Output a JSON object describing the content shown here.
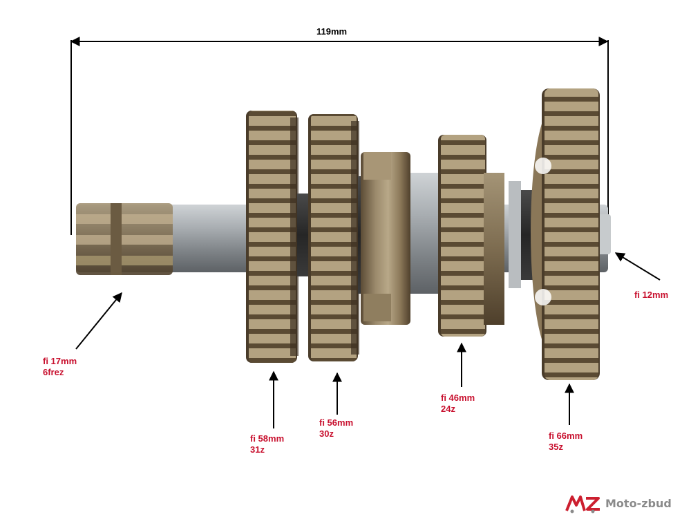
{
  "dimension": {
    "length_label": "119mm"
  },
  "callouts": [
    {
      "id": "spline",
      "line1": "fi 17mm",
      "line2": "6frez"
    },
    {
      "id": "gear-58",
      "line1": "fi 58mm",
      "line2": "31z"
    },
    {
      "id": "gear-56",
      "line1": "fi 56mm",
      "line2": "30z"
    },
    {
      "id": "gear-46",
      "line1": "fi 46mm",
      "line2": "24z"
    },
    {
      "id": "gear-66",
      "line1": "fi 66mm",
      "line2": "35z"
    },
    {
      "id": "shaft-end",
      "line1": "fi 12mm",
      "line2": ""
    }
  ],
  "brand": {
    "name": "Moto-zbud",
    "logo_mark": "MZ",
    "logo_color": "#cc1f2f",
    "text_color": "#8a8a8a"
  },
  "colors": {
    "annotation": "#c8102e",
    "arrows": "#000000",
    "gear": "#8c7a5e",
    "shaft": "#9aa0a4"
  }
}
